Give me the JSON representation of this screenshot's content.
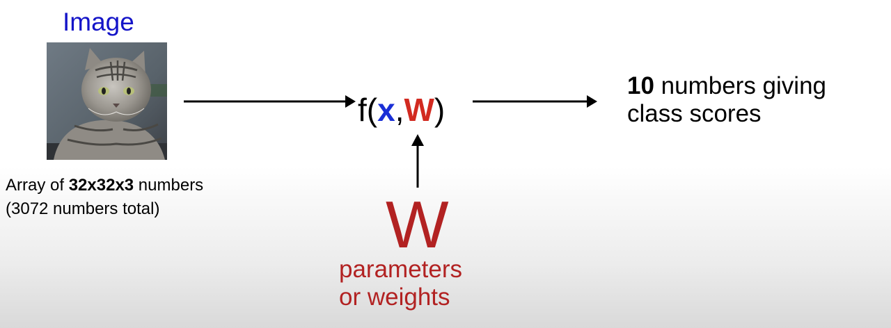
{
  "diagram": {
    "image_label": "Image",
    "caption_line1_prefix": "Array of ",
    "caption_line1_bold": "32x32x3",
    "caption_line1_suffix": " numbers",
    "caption_line2": "(3072 numbers total)",
    "func_prefix": "f(",
    "func_x": "x",
    "func_comma": ",",
    "func_w": "W",
    "func_suffix": ")",
    "output_bold": "10",
    "output_line1_suffix": " numbers giving",
    "output_line2": "class scores",
    "weights_symbol": "W",
    "weights_line1": "parameters",
    "weights_line2": "or weights"
  },
  "colors": {
    "image_label": "#1414c8",
    "x_var": "#1a2fd6",
    "w_var": "#d22a20",
    "weights_text": "#b22222",
    "arrow": "#000000"
  }
}
